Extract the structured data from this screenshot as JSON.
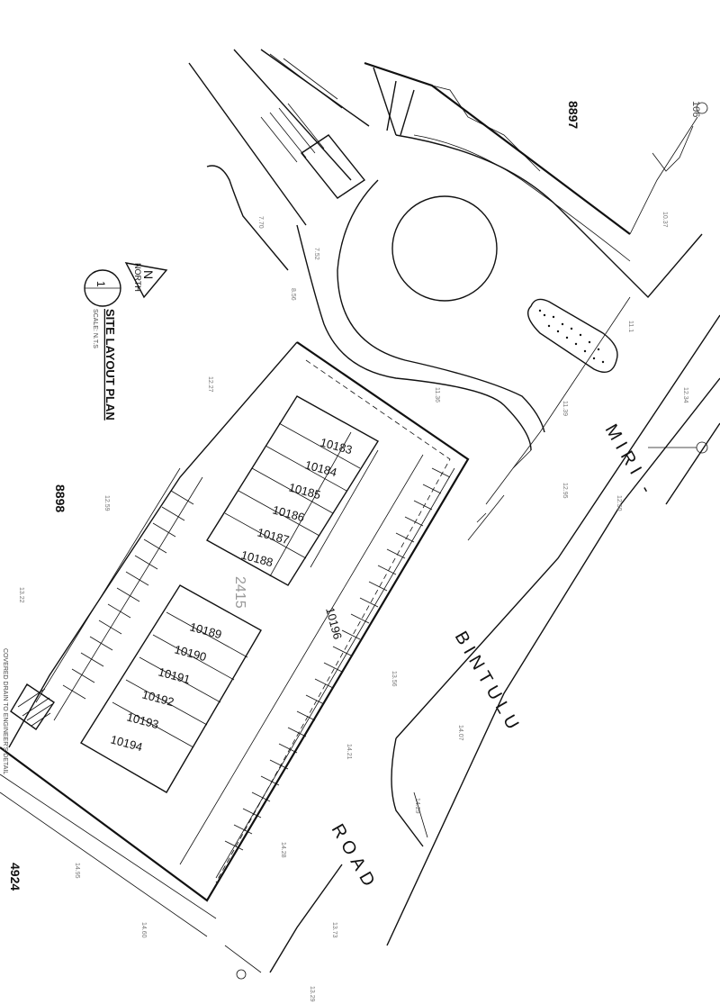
{
  "drawing": {
    "title": "SITE LAYOUT PLAN",
    "scale": "SCALE: N.T.S",
    "north_label": "NORTH",
    "north_letter": "N",
    "section_no": "1"
  },
  "road": {
    "name_part1": "MIRI -",
    "name_part2": "BINTULU",
    "name_part3": "ROAD"
  },
  "lots": {
    "block_a": [
      "10183",
      "10184",
      "10185",
      "10186",
      "10187",
      "10188"
    ],
    "block_b": [
      "10189",
      "10190",
      "10191",
      "10192",
      "10193",
      "10194"
    ],
    "parking_strip": "10196",
    "center_label": "2415"
  },
  "plots": {
    "top_right": "8897",
    "left": "8898",
    "bottom_left": "4924",
    "top_marker": "106"
  },
  "levels": [
    "7.70",
    "7.52",
    "8.56",
    "12.27",
    "11.36",
    "11.39",
    "12.34",
    "12.50",
    "12.59",
    "13.22",
    "13.56",
    "14.07",
    "14.29",
    "14.21",
    "14.95",
    "14.60",
    "13.73",
    "13.29",
    "12.95",
    "14.28",
    "10.37",
    "11.1"
  ],
  "notes": {
    "covered_drain": "COVERED DRAIN TO ENGINEER'S DETAIL"
  }
}
